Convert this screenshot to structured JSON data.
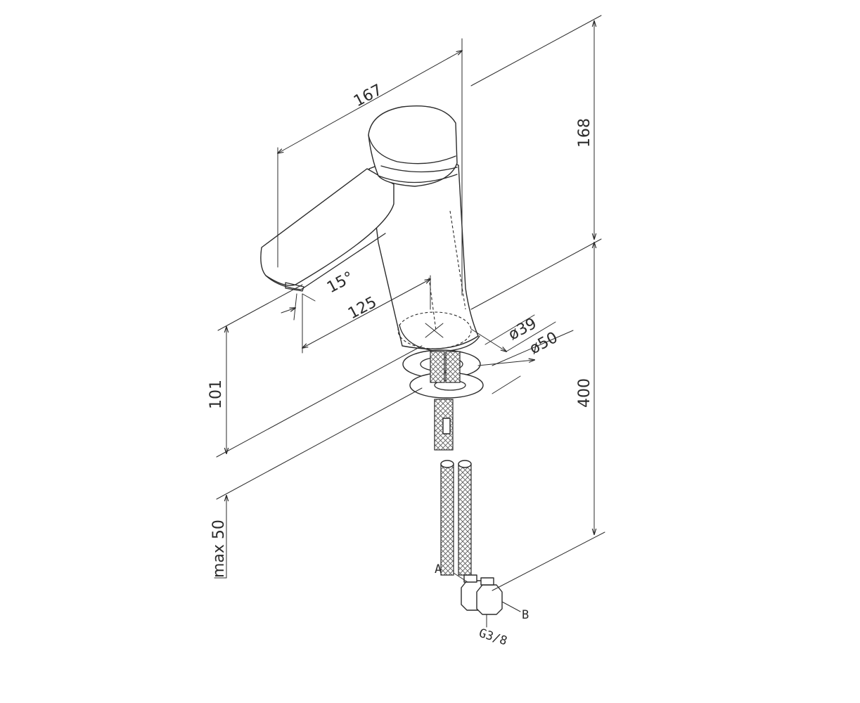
{
  "dimensions": {
    "length_spout": "167",
    "height_body": "168",
    "reach": "125",
    "angle": "15°",
    "dia_inner": "ø39",
    "dia_outer": "ø50",
    "height_spout": "101",
    "hose_length": "400",
    "counter_thickness": "max 50"
  },
  "labels": {
    "hose_a": "A",
    "hose_b": "B",
    "thread": "G3/8"
  }
}
